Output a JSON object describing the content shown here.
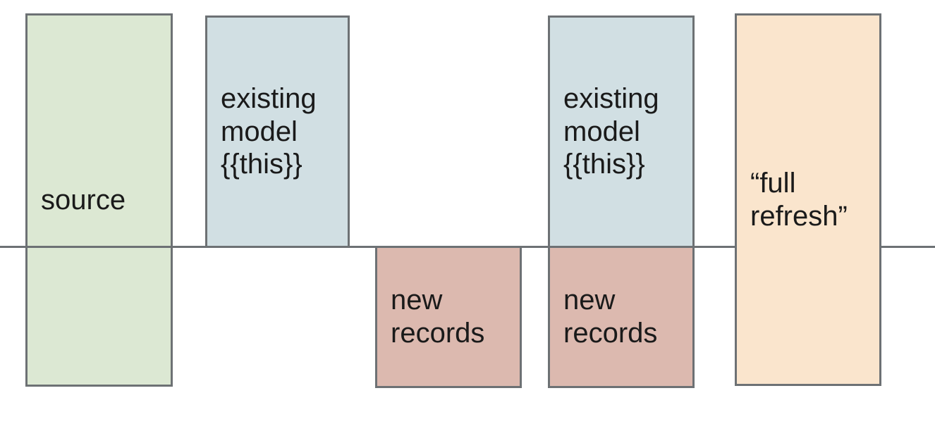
{
  "diagram": {
    "description": "incremental model materialization diagram",
    "colors": {
      "background": "#ffffff",
      "border": "#6d7174",
      "divider_line": "#6d7174",
      "text": "#1a1a1a",
      "source_fill": "#dce8d3",
      "existing_model_fill": "#d1dfe3",
      "new_records_fill": "#dcb9af",
      "full_refresh_fill": "#fae5cd"
    },
    "nodes": [
      {
        "id": "source",
        "label": "source",
        "fill": "#dce8d3",
        "placement": "spans-divider"
      },
      {
        "id": "existing-model-1",
        "label": "existing\nmodel\n{{this}}",
        "fill": "#d1dfe3",
        "placement": "above-divider"
      },
      {
        "id": "new-records-1",
        "label": "new\nrecords",
        "fill": "#dcb9af",
        "placement": "below-divider"
      },
      {
        "id": "existing-model-2",
        "label": "existing\nmodel\n{{this}}",
        "fill": "#d1dfe3",
        "placement": "above-divider"
      },
      {
        "id": "new-records-2",
        "label": "new\nrecords",
        "fill": "#dcb9af",
        "placement": "below-divider"
      },
      {
        "id": "full-refresh",
        "label": "“full\nrefresh”",
        "fill": "#fae5cd",
        "placement": "spans-divider"
      }
    ]
  }
}
